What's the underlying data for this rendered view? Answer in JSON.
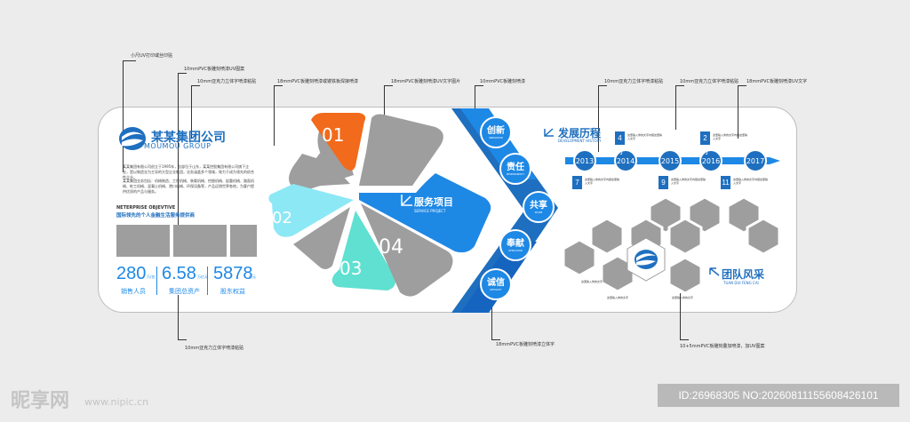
{
  "company": {
    "name": "某某集团公司",
    "english": "MOUMOU GROUP",
    "para1": "某某集团有限公司创立于1995年，总部位于山东，某某控股集团有限公司旗下企业，是以制造业为主导的大型企业集团，业务涵盖多个领域，致力于成为领先的综合性企业。",
    "para2": "某某集团业务包括：机械制造、工程机械、装载机械、挖掘机械、起重机械、路面机械、桩工机械、混凝土机械、港口机械、环保设备等，产品远销世界各地，为客户提供优质的产品与服务。",
    "objective_title": "NETERPRISE OBJEVTIVE",
    "objective_sub": "国际领先的个人金融生活服务提供商"
  },
  "stats": [
    {
      "value": "280",
      "unit": "万/名",
      "label": "销售人员"
    },
    {
      "value": "6.58",
      "unit": "万亿元",
      "label": "集团总资产"
    },
    {
      "value": "5878",
      "unit": "亿元",
      "label": "股东权益"
    }
  ],
  "annotations": {
    "a1": "小尺UV打印或丝印贴",
    "a2": "10mmPVC板雕刻喷漆UV图案",
    "a3": "10mm亚克力立体字喷漆粘贴",
    "a4": "18mmPVC板雕刻喷漆或镂铁板焊接喷漆",
    "a5": "18mmPVC板雕刻喷漆UV文字图片",
    "a6": "10mmPVC板雕刻喷漆",
    "a7": "10mm亚克力立体字喷漆粘贴",
    "a8": "10mm亚克力立体字喷漆粘贴",
    "a9": "18mmPVC板雕刻喷漆UV文字",
    "a10": "10mm亚克力立体字喷漆粘贴",
    "a11": "18mmPVC板雕刻喷漆立体字",
    "a12": "10+5mmPVC板雕刻叠加喷漆，加UV图案"
  },
  "services": {
    "title": "服务项目",
    "sub": "SERVICE PROJECT",
    "n1": "01",
    "n2": "02",
    "n3": "03",
    "n4": "04"
  },
  "values": [
    {
      "label": "创新",
      "sub": "INNOVATION"
    },
    {
      "label": "责任",
      "sub": "RESPONSIBILITY"
    },
    {
      "label": "共享",
      "sub": "SHARE"
    },
    {
      "label": "奉献",
      "sub": "DEDICATION"
    },
    {
      "label": "诚信",
      "sub": "INTEGRITY"
    }
  ],
  "history": {
    "title": "发展历程",
    "sub": "DEVELOPMENT HISTORY",
    "years": [
      "2013",
      "2014",
      "2015",
      "2016",
      "2017"
    ],
    "months": [
      "7月",
      "4月",
      "9月",
      "2月",
      "11月"
    ],
    "note": "这里输入你的文字内容这里输入文字"
  },
  "team": {
    "title": "团队风采",
    "sub": "TUAN DUI FENG CAI",
    "note": "这里输入你的文字"
  },
  "watermark": {
    "site": "昵享网",
    "url": "www.nipic.cn",
    "id": "ID:26968305 NO:20260811155608426101"
  },
  "colors": {
    "blue": "#1e88e5",
    "darkblue": "#1e6fbf",
    "orange": "#f26a1b",
    "teal": "#5fe0d0",
    "lightteal": "#8de8f5",
    "gray": "#9e9e9e"
  }
}
